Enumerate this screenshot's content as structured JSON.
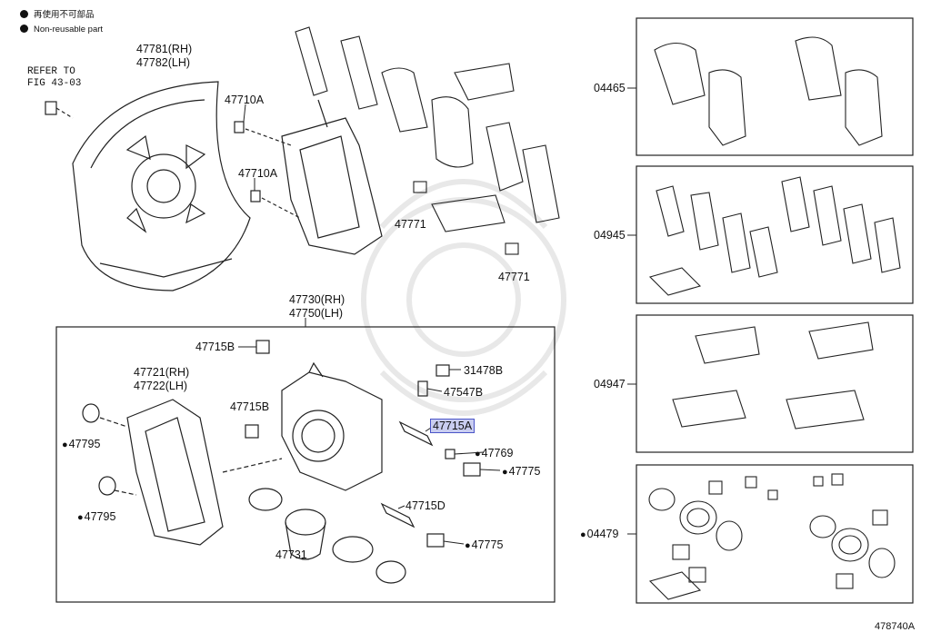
{
  "legend": {
    "jp": "再使用不可部品",
    "en": "Non-reusable part"
  },
  "note": {
    "refer_line1": "REFER TO",
    "refer_line2": "FIG 43-03"
  },
  "parts": {
    "p47781": "47781(RH)",
    "p47782": "47782(LH)",
    "p47710a_1": "47710A",
    "p47710a_2": "47710A",
    "p47771_1": "47771",
    "p47771_2": "47771",
    "p47730": "47730(RH)",
    "p47750": "47750(LH)",
    "p47715b_1": "47715B",
    "p47715b_2": "47715B",
    "p47721": "47721(RH)",
    "p47722": "47722(LH)",
    "p31478b": "31478B",
    "p47547b": "47547B",
    "p47715a": "47715A",
    "p47769": "47769",
    "p47775_1": "47775",
    "p47775_2": "47775",
    "p47795_1": "47795",
    "p47795_2": "47795",
    "p47715d": "47715D",
    "p47731": "47731"
  },
  "kits": {
    "k04465": "04465",
    "k04945": "04945",
    "k04947": "04947",
    "k04479": "04479"
  },
  "figure_id": "478740A",
  "colors": {
    "line": "#222222",
    "highlight": "#c9cdf0",
    "highlight_border": "#4b55c8",
    "watermark": "#e6e6e6"
  }
}
